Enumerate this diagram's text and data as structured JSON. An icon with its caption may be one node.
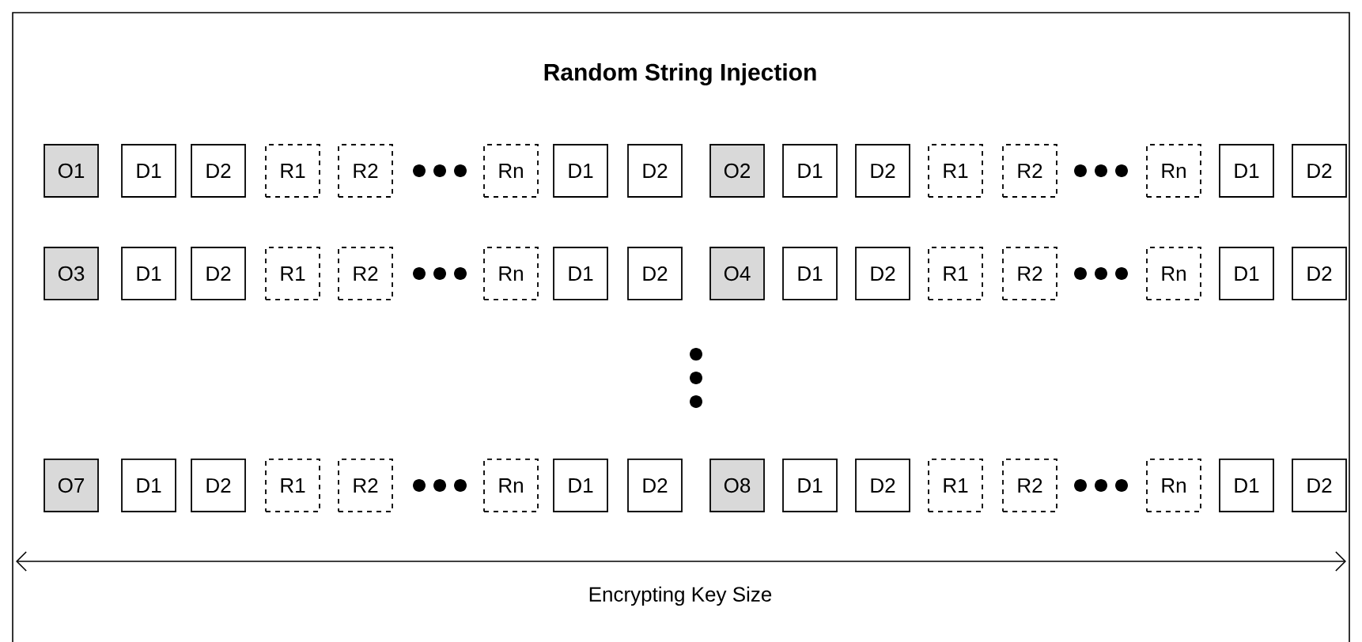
{
  "diagram": {
    "title": "Random String Injection",
    "nodes": [
      {
        "text": [
          "O1"
        ]
      },
      {
        "text": [
          "D1"
        ]
      },
      {
        "text": [
          "D2"
        ]
      },
      {
        "text": [
          "R1"
        ]
      },
      {
        "text": [
          "R2"
        ]
      },
      {
        "text": [
          "Rn"
        ]
      },
      {
        "text": [
          "D1"
        ]
      },
      {
        "text": [
          "D2"
        ]
      },
      {
        "text": [
          "O2"
        ]
      },
      {
        "text": [
          "D1"
        ]
      },
      {
        "text": [
          "D2"
        ]
      },
      {
        "text": [
          "R1"
        ]
      },
      {
        "text": [
          "R2"
        ]
      },
      {
        "text": [
          "Rn"
        ]
      },
      {
        "text": [
          "D1"
        ]
      },
      {
        "text": [
          "D2"
        ]
      },
      {
        "text": [
          "O3"
        ]
      },
      {
        "text": [
          "D1"
        ]
      },
      {
        "text": [
          "D2"
        ]
      },
      {
        "text": [
          "R1"
        ]
      },
      {
        "text": [
          "R2"
        ]
      },
      {
        "text": [
          "Rn"
        ]
      },
      {
        "text": [
          "D1"
        ]
      },
      {
        "text": [
          "D2"
        ]
      },
      {
        "text": [
          "O4"
        ]
      },
      {
        "text": [
          "D1"
        ]
      },
      {
        "text": [
          "D2"
        ]
      },
      {
        "text": [
          "R1"
        ]
      },
      {
        "text": [
          "R2"
        ]
      },
      {
        "text": [
          "Rn"
        ]
      },
      {
        "text": [
          "D1"
        ]
      },
      {
        "text": [
          "D2"
        ]
      },
      {
        "text": [
          "O7"
        ]
      },
      {
        "text": [
          "D1"
        ]
      },
      {
        "text": [
          "D2"
        ]
      },
      {
        "text": [
          "R1"
        ]
      },
      {
        "text": [
          "R2"
        ]
      },
      {
        "text": [
          "Rn"
        ]
      },
      {
        "text": [
          "D1"
        ]
      },
      {
        "text": [
          "D2"
        ]
      },
      {
        "text": [
          "O8"
        ]
      },
      {
        "text": [
          "D1"
        ]
      },
      {
        "text": [
          "D2"
        ]
      },
      {
        "text": [
          "R1"
        ]
      },
      {
        "text": [
          "R2"
        ]
      },
      {
        "text": [
          "Rn"
        ]
      },
      {
        "text": [
          "D1"
        ]
      },
      {
        "text": [
          "D2"
        ]
      }
    ],
    "labels": [
      "Encrypting Key Size"
    ]
  }
}
